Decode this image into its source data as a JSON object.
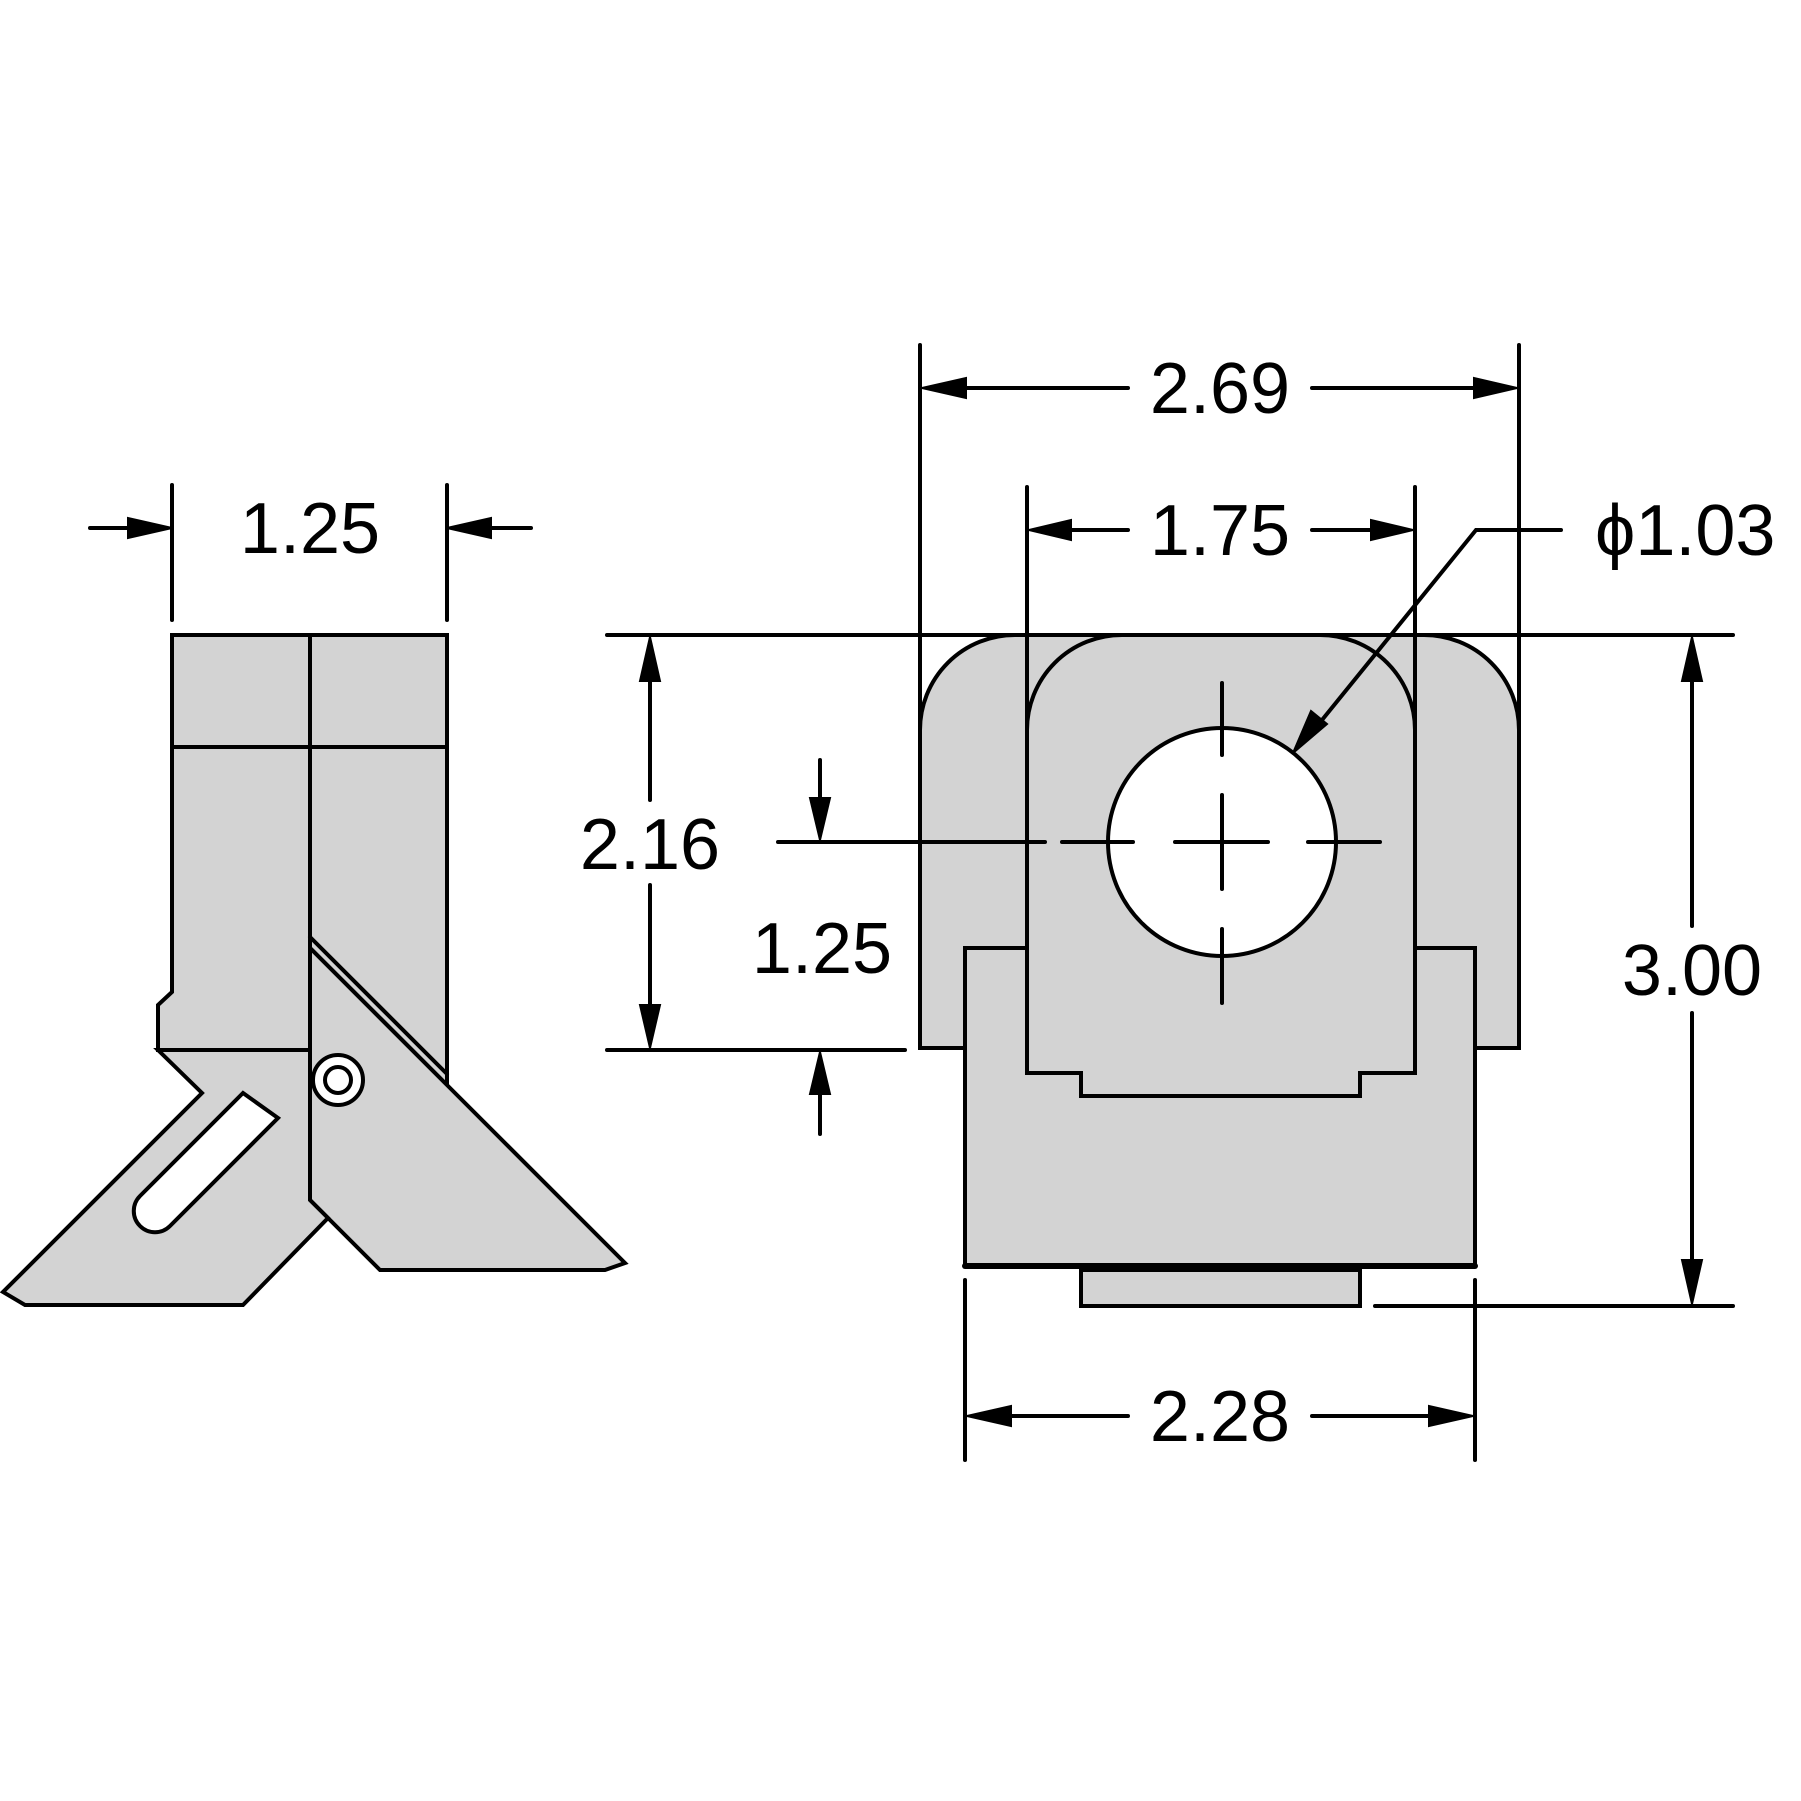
{
  "dimensions": {
    "side_width": "1.25",
    "overall_width": "2.69",
    "inner_width": "1.75",
    "hole_diameter": "ϕ1.03",
    "hole_height": "2.16",
    "hole_center_offset": "1.25",
    "overall_height": "3.00",
    "base_width": "2.28"
  }
}
